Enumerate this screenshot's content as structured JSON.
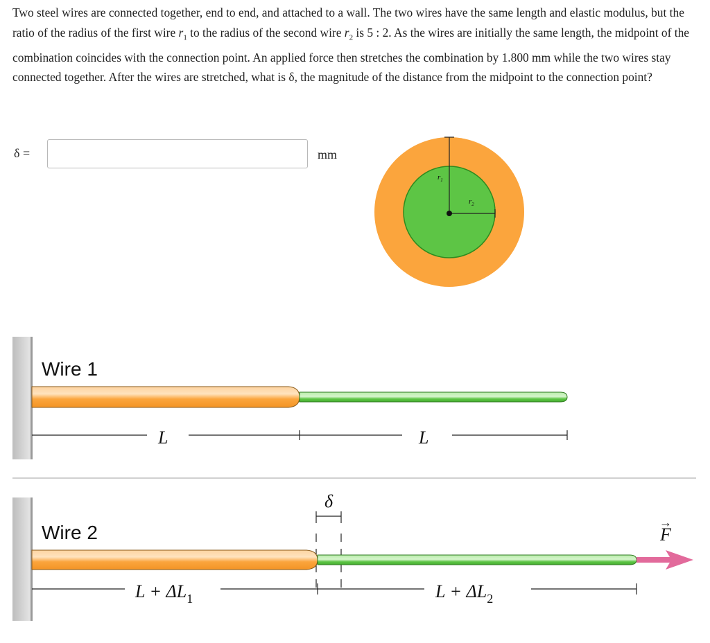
{
  "problem": {
    "text_before_r1": "Two steel wires are connected together, end to end, and attached to a wall. The two wires have the same length and elastic modulus, but the ratio of the radius of the first wire ",
    "r1_symbol": "r",
    "r1_sub": "1",
    "text_between": " to the radius of the second wire ",
    "r2_symbol": "r",
    "r2_sub": "2",
    "text_after_r2": " is 5 : 2. As the wires are initially the same length, the midpoint of the combination coincides with the connection point. An applied force then stretches the combination by 1.800 mm while the two wires stay connected together. After the wires are stretched, what is δ, the magnitude of the distance from the midpoint to the connection point?"
  },
  "answer": {
    "label": "δ =",
    "value": "",
    "placeholder": "",
    "unit": "mm"
  },
  "diagram": {
    "cross_section": {
      "r1_label": "r",
      "r1_sub": "1",
      "r2_label": "r",
      "r2_sub": "2",
      "outer_color": "#FBA53D",
      "inner_color": "#5DC545",
      "inner_stroke": "#2E8B1F"
    },
    "top": {
      "title": "Wire 1",
      "length_left": "L",
      "length_right": "L"
    },
    "bottom": {
      "title": "Wire 2",
      "delta_label": "δ",
      "length_left": "L + ΔL",
      "length_left_sub": "1",
      "length_right": "L + ΔL",
      "length_right_sub": "2",
      "force_label": "F",
      "force_arrow_glyph": "→",
      "force_color": "#E26A9B"
    },
    "colors": {
      "wire_orange": "#FBA53D",
      "wire_orange_light": "#FDD3A0",
      "wire_green": "#5DC545",
      "wire_green_light": "#B7EBA8",
      "wall": "#C8C8C8"
    }
  }
}
